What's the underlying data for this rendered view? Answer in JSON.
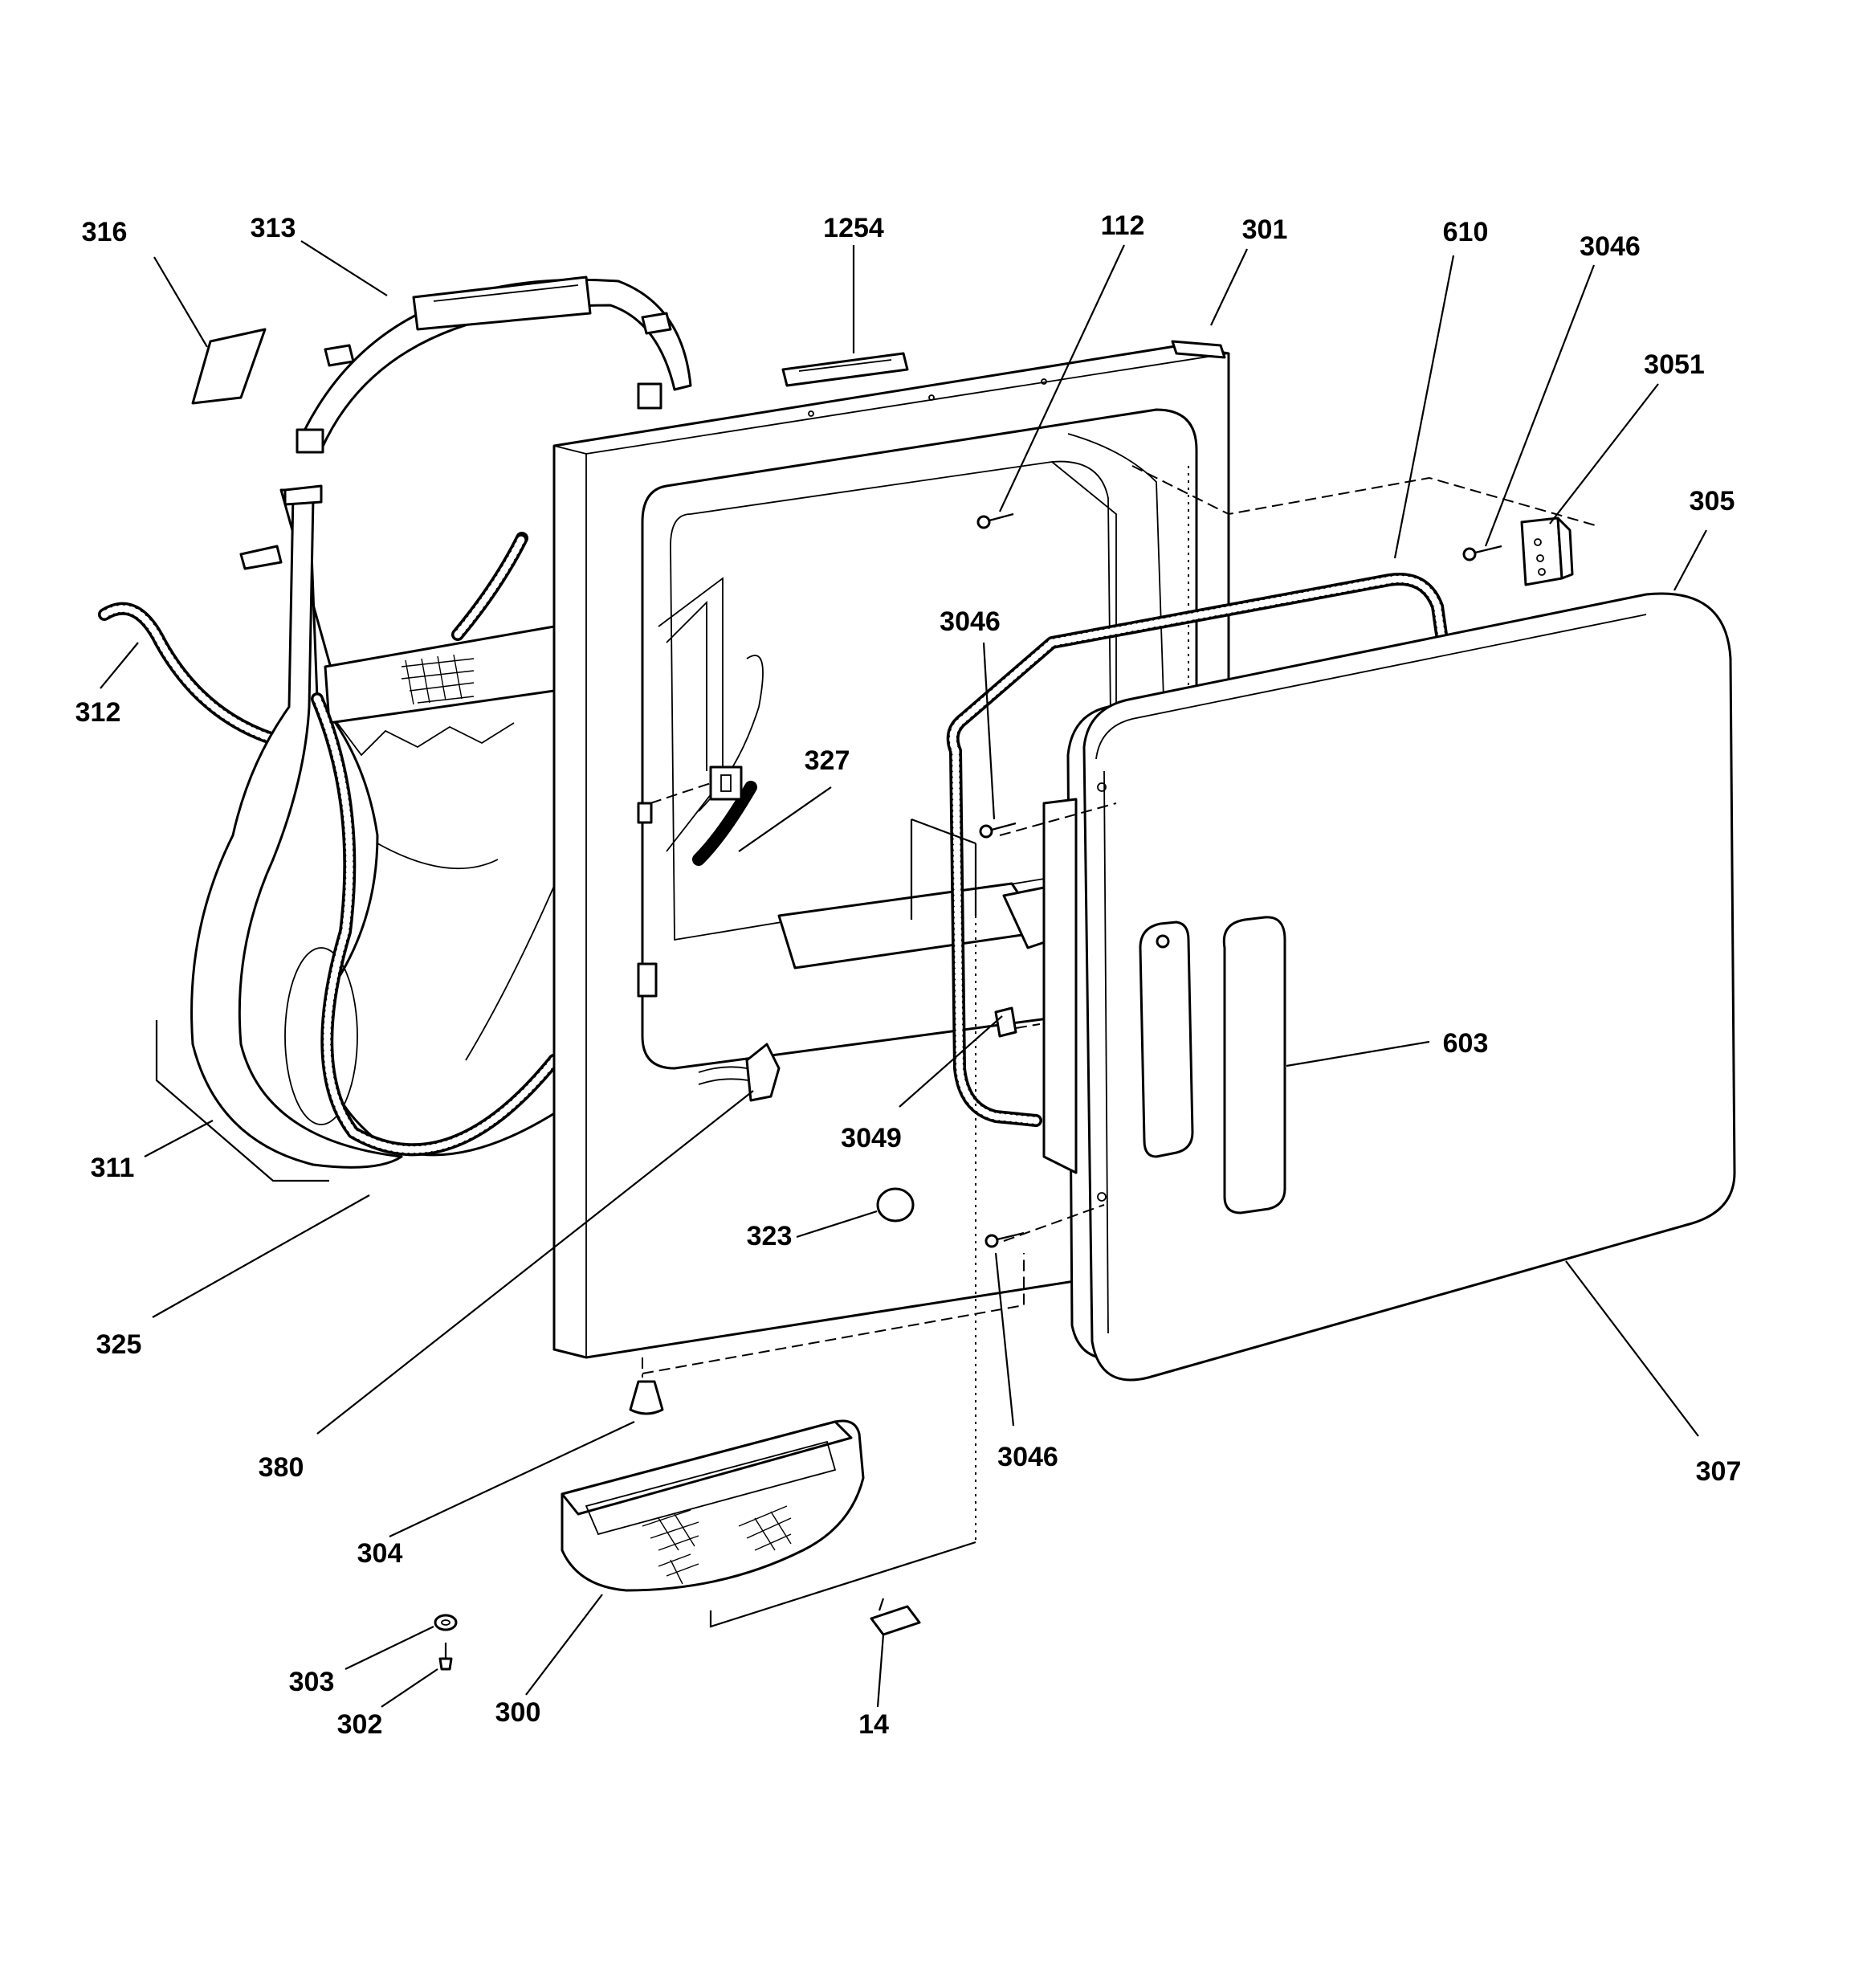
{
  "callouts": {
    "c316": "316",
    "c313": "313",
    "c1254": "1254",
    "c112": "112",
    "c301": "301",
    "c610": "610",
    "c3046_top": "3046",
    "c3051": "3051",
    "c305": "305",
    "c3046_mid": "3046",
    "c327": "327",
    "c312": "312",
    "c603": "603",
    "c3049": "3049",
    "c311": "311",
    "c323": "323",
    "c325": "325",
    "c380": "380",
    "c3046_bot": "3046",
    "c307": "307",
    "c304": "304",
    "c303": "303",
    "c302": "302",
    "c300": "300",
    "c14": "14"
  }
}
